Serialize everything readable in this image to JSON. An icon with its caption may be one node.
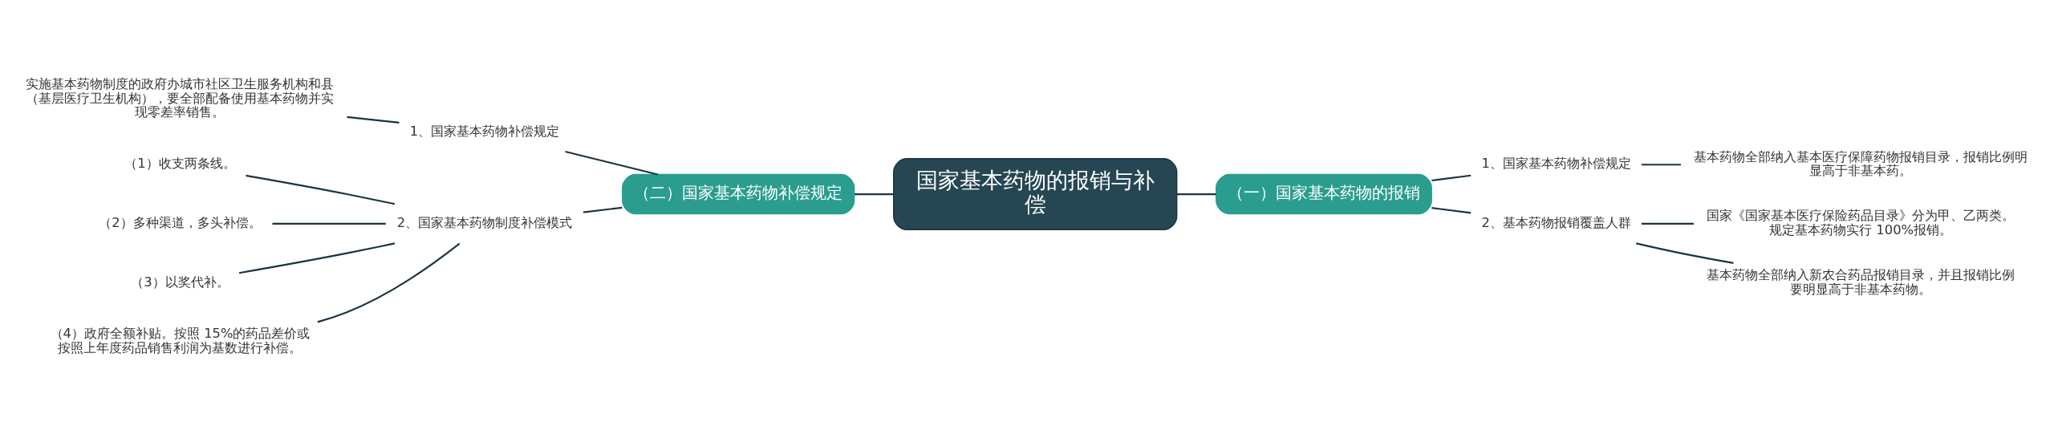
{
  "diagram": {
    "nodes": [
      {
        "text": [
          "国家基本药物的报销与补偿"
        ]
      },
      {
        "text": [
          "（一）国家基本药物的报销"
        ]
      },
      {
        "text": [
          "1、国家基本药物补偿规定"
        ]
      },
      {
        "text": [
          "基本药物全部纳入基本医疗保障药物报销目录，报销比例明显高于非基本药。"
        ]
      },
      {
        "text": [
          "2、基本药物报销覆盖人群"
        ]
      },
      {
        "text": [
          "国家《国家基本医疗保险药品目录》分为甲、乙两类。规定基本药物实行 100%报销。"
        ]
      },
      {
        "text": [
          "基本药物全部纳入新农合药品报销目录，并且报销比例要明显高于非基本药物。"
        ]
      },
      {
        "text": [
          "（二）国家基本药物补偿规定"
        ]
      },
      {
        "text": [
          "1、国家基本药物补偿规定"
        ]
      },
      {
        "text": [
          "实施基本药物制度的政府办城市社区卫生服务机构和县（基层医疗卫生机构），要全部配备使用基本药物并实现零差率销售。"
        ]
      },
      {
        "text": [
          "2、国家基本药物制度补偿模式"
        ]
      },
      {
        "text": [
          "（1）收支两条线。"
        ]
      },
      {
        "text": [
          "（2）多种渠道，多头补偿。"
        ]
      },
      {
        "text": [
          "（3）以奖代补。"
        ]
      },
      {
        "text": [
          "（4）政府全额补贴。按照 15%的药品差价或按照上年度药品销售利润为基数进行补偿。"
        ]
      }
    ],
    "edges": [
      {
        "from": 0,
        "to": 1,
        "arrow": "none"
      },
      {
        "from": 1,
        "to": 2,
        "arrow": "none"
      },
      {
        "from": 2,
        "to": 3,
        "arrow": "none"
      },
      {
        "from": 1,
        "to": 4,
        "arrow": "none"
      },
      {
        "from": 4,
        "to": 5,
        "arrow": "none"
      },
      {
        "from": 4,
        "to": 6,
        "arrow": "none"
      },
      {
        "from": 0,
        "to": 7,
        "arrow": "none"
      },
      {
        "from": 7,
        "to": 8,
        "arrow": "none"
      },
      {
        "from": 8,
        "to": 9,
        "arrow": "none"
      },
      {
        "from": 7,
        "to": 10,
        "arrow": "none"
      },
      {
        "from": 10,
        "to": 11,
        "arrow": "none"
      },
      {
        "from": 10,
        "to": 12,
        "arrow": "none"
      },
      {
        "from": 10,
        "to": 13,
        "arrow": "none"
      },
      {
        "from": 10,
        "to": 14,
        "arrow": "none"
      }
    ]
  }
}
